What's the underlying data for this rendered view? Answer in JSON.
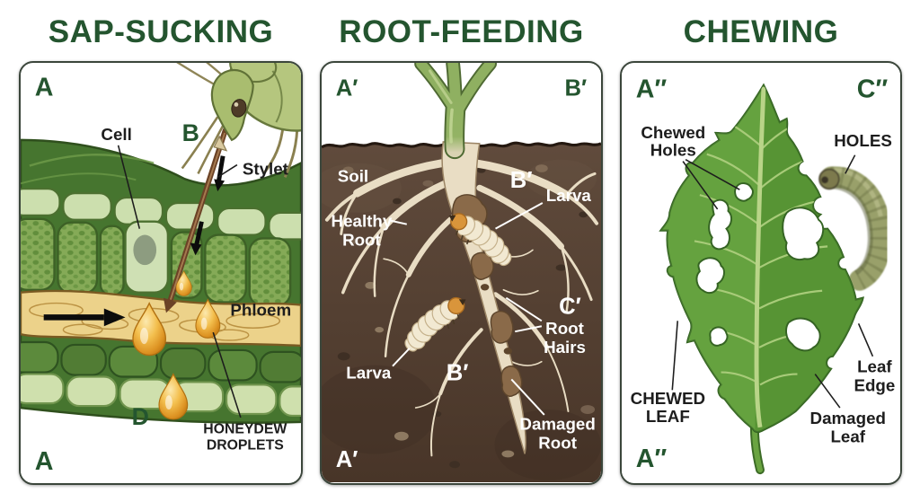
{
  "titles": {
    "sap": "SAP-SUCKING",
    "root": "ROOT-FEEDING",
    "chew": "CHEWING"
  },
  "panels": {
    "sap": {
      "corner_top": "A",
      "corner_bottom": "A",
      "labels": {
        "cell": "Cell",
        "b": "B",
        "stylet": "Stylet",
        "phloem": "Phloem",
        "d": "D",
        "honeydew_line1": "HONEYDEW",
        "honeydew_line2": "DROPLETS"
      }
    },
    "root": {
      "corner_top_left": "A′",
      "corner_top_right": "B′",
      "corner_bottom": "A′",
      "labels": {
        "soil": "Soil",
        "b_upper": "B′",
        "larva_upper": "Larva",
        "healthy_line1": "Healthy",
        "healthy_line2": "Root",
        "larva_lower": "Larva",
        "b_lower": "B′",
        "c": "C′",
        "root_hairs_line1": "Root",
        "root_hairs_line2": "Hairs",
        "damaged_line1": "Damaged",
        "damaged_line2": "Root"
      }
    },
    "chew": {
      "corner_top_left": "A″",
      "corner_top_right": "C″",
      "corner_bottom": "A″",
      "labels": {
        "chewed_holes_line1": "Chewed",
        "chewed_holes_line2": "Holes",
        "holes": "HOLES",
        "chewed_leaf_line1": "CHEWED",
        "chewed_leaf_line2": "LEAF",
        "leaf_edge_line1": "Leaf",
        "leaf_edge_line2": "Edge",
        "damaged_leaf_line1": "Damaged",
        "damaged_leaf_line2": "Leaf"
      }
    }
  },
  "colors": {
    "title_green": "#24552f",
    "label_black": "#1d1d1d",
    "label_white": "#ffffff",
    "soil_brown": "#5d483a",
    "leaf_green": "#5f9d3a",
    "root_cream": "#e9ddc4",
    "phloem_tan": "#ecd28a",
    "honeydew_amber": "#e8a62a"
  }
}
